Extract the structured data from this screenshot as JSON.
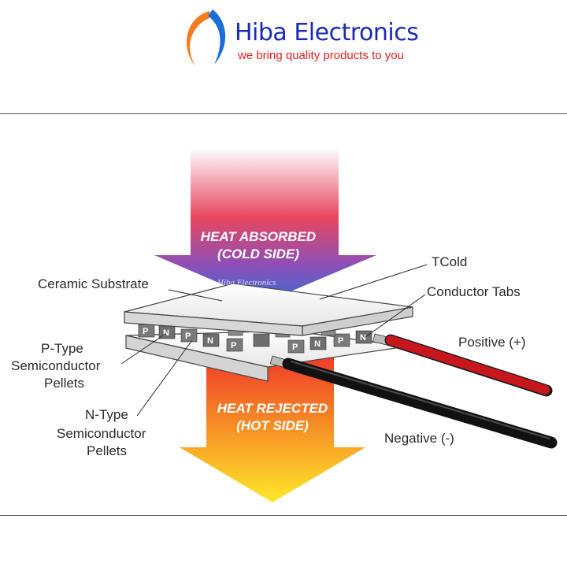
{
  "brand": {
    "name": "Hiba Electronics",
    "tagline": "we bring quality products to you",
    "logo_colors": {
      "orange": "#f47b20",
      "blue": "#1a6fd6",
      "navy": "#1a2bb5",
      "red": "#e01e1e"
    }
  },
  "diagram": {
    "arrows": {
      "top_line1": "HEAT ABSORBED",
      "top_line2": "(COLD SIDE)",
      "bottom_line1": "HEAT REJECTED",
      "bottom_line2": "(HOT SIDE)"
    },
    "watermark": "Hiba Electronics",
    "labels": {
      "ceramic_substrate": "Ceramic Substrate",
      "tcold": "TCold",
      "conductor_tabs": "Conductor Tabs",
      "p_type_1": "P-Type",
      "p_type_2": "Semiconductor",
      "p_type_3": "Pellets",
      "n_type_1": "N-Type",
      "n_type_2": "Semiconductor",
      "n_type_3": "Pellets",
      "positive": "Positive (+)",
      "negative": "Negative (-)"
    },
    "pellet_letters": [
      "P",
      "N",
      "P",
      "N",
      "P",
      "P",
      "N",
      "P",
      "N"
    ],
    "colors": {
      "cold_arrow_top": "#e8475e",
      "cold_arrow_bottom": "#3a6ad4",
      "hot_arrow_top": "#ef3a2a",
      "hot_arrow_bottom": "#ffe82a",
      "positive_wire": "#c8161d",
      "negative_wire": "#1a1a1a",
      "pellet": "#7a7a7a"
    }
  }
}
